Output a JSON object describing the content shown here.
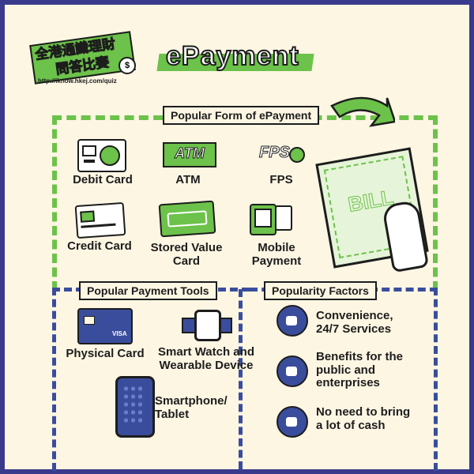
{
  "brand": {
    "chinese_line1": "全港通識理財",
    "chinese_line2": "問答比賽",
    "url": "http://iknow.hkej.com/quiz"
  },
  "title": "ePayment",
  "forms_section": {
    "heading": "Popular Form of ePayment",
    "items": [
      {
        "label": "Debit Card",
        "icon": "debit-card-icon"
      },
      {
        "label": "ATM",
        "icon": "atm-icon"
      },
      {
        "label": "FPS",
        "icon": "fps-icon"
      },
      {
        "label": "Credit Card",
        "icon": "credit-card-icon"
      },
      {
        "label": "Stored Value Card",
        "icon": "stored-value-card-icon"
      },
      {
        "label": "Mobile Payment",
        "icon": "mobile-payment-icon"
      }
    ],
    "atm_logo": "ATM",
    "fps_logo": "FPS",
    "bill_text": "BILL"
  },
  "tools_section": {
    "heading": "Popular Payment Tools",
    "items": [
      {
        "label": "Physical Card",
        "icon": "physical-card-icon"
      },
      {
        "label": "Smart Watch and Wearable Device",
        "icon": "smart-watch-icon"
      },
      {
        "label": "Smartphone/ Tablet",
        "icon": "smartphone-icon"
      }
    ],
    "visa_text": "VISA"
  },
  "factors_section": {
    "heading": "Popularity Factors",
    "items": [
      {
        "label": "Convenience, 24/7 Services"
      },
      {
        "label": "Benefits for the public and enterprises"
      },
      {
        "label": "No need to bring a lot of cash"
      }
    ]
  },
  "colors": {
    "green": "#6cc24a",
    "navy": "#3a4d9c",
    "border": "#3a3a8c",
    "background": "#fdf6e3"
  }
}
